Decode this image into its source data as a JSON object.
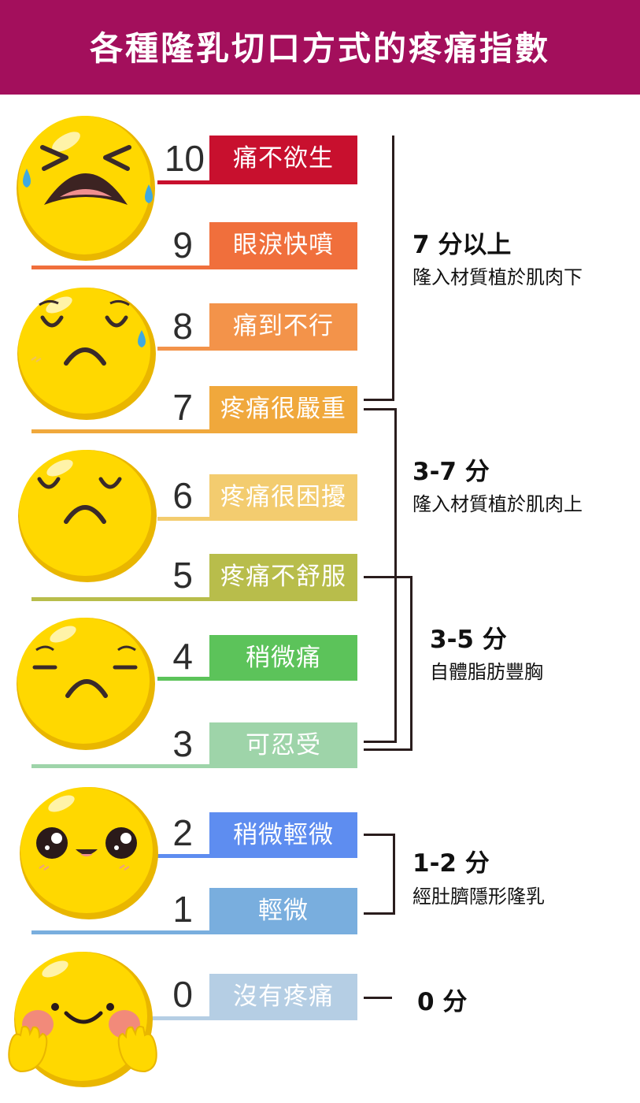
{
  "title": "各種隆乳切口方式的疼痛指數",
  "colors": {
    "header_bg": "#a30f5c",
    "face_yellow": "#ffd800",
    "face_shadow": "#e9b600",
    "bracket": "#2a1d1d"
  },
  "levels": [
    {
      "num": "10",
      "label": "痛不欲生",
      "color": "#c8102e"
    },
    {
      "num": "9",
      "label": "眼淚快噴",
      "color": "#f06f3c"
    },
    {
      "num": "8",
      "label": "痛到不行",
      "color": "#f3934a"
    },
    {
      "num": "7",
      "label": "疼痛很嚴重",
      "color": "#f0a83c"
    },
    {
      "num": "6",
      "label": "疼痛很困擾",
      "color": "#f3cc6f"
    },
    {
      "num": "5",
      "label": "疼痛不舒服",
      "color": "#b8bd4b"
    },
    {
      "num": "4",
      "label": "稍微痛",
      "color": "#5cc35a"
    },
    {
      "num": "3",
      "label": "可忍受",
      "color": "#9ed4a9"
    },
    {
      "num": "2",
      "label": "稍微輕微",
      "color": "#5e8df0"
    },
    {
      "num": "1",
      "label": "輕微",
      "color": "#79aede"
    },
    {
      "num": "0",
      "label": "沒有疼痛",
      "color": "#b5cee4"
    }
  ],
  "groups": [
    {
      "title": "7 分以上",
      "desc": "隆入材質植於肌肉下"
    },
    {
      "title": "3-7 分",
      "desc": "隆入材質植於肌肉上"
    },
    {
      "title": "3-5 分",
      "desc": "自體脂肪豐胸"
    },
    {
      "title": "1-2 分",
      "desc": "經肚臍隱形隆乳"
    },
    {
      "title": "0 分",
      "desc": ""
    }
  ],
  "faces": [
    "crying-face",
    "tearful-face",
    "sad-face",
    "frowning-face",
    "happy-face",
    "blushing-smile-face"
  ]
}
